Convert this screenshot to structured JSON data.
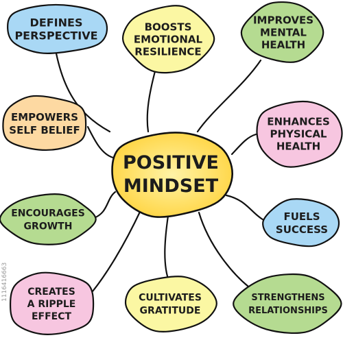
{
  "center": {
    "lines": [
      "POSITIVE",
      "MINDSET"
    ],
    "color_fill": "#ffd23a",
    "color_glow": "#fff3a6"
  },
  "nodes": [
    {
      "id": "defines-perspective",
      "lines": [
        "DEFINES",
        "PERSPECTIVE"
      ],
      "color": "#a9d8f5"
    },
    {
      "id": "boosts-emotional-resilience",
      "lines": [
        "BOOSTS",
        "EMOTIONAL",
        "RESILIENCE"
      ],
      "color": "#fbf7a3"
    },
    {
      "id": "improves-mental-health",
      "lines": [
        "IMPROVES",
        "MENTAL",
        "HEALTH"
      ],
      "color": "#b5db91"
    },
    {
      "id": "empowers-self-belief",
      "lines": [
        "EMPOWERS",
        "SELF BELIEF"
      ],
      "color": "#fdd9a2"
    },
    {
      "id": "enhances-physical-health",
      "lines": [
        "ENHANCES",
        "PHYSICAL",
        "HEALTH"
      ],
      "color": "#f7c6e0"
    },
    {
      "id": "encourages-growth",
      "lines": [
        "ENCOURAGES",
        "GROWTH"
      ],
      "color": "#b5db91"
    },
    {
      "id": "fuels-success",
      "lines": [
        "FUELS",
        "SUCCESS"
      ],
      "color": "#a9d8f5"
    },
    {
      "id": "creates-a-ripple-effect",
      "lines": [
        "CREATES",
        "A RIPPLE",
        "EFFECT"
      ],
      "color": "#f7c6e0"
    },
    {
      "id": "cultivates-gratitude",
      "lines": [
        "CULTIVATES",
        "GRATITUDE"
      ],
      "color": "#fbf7a3"
    },
    {
      "id": "strengthens-relationships",
      "lines": [
        "STRENGTHENS",
        "RELATIONSHIPS"
      ],
      "color": "#b5db91"
    }
  ],
  "watermark_id": "1116416663"
}
